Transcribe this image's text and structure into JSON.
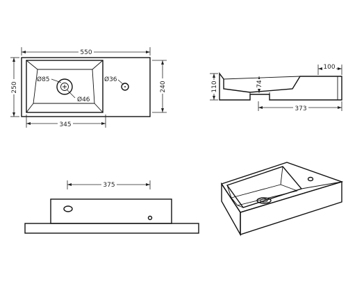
{
  "top_view": {
    "width_label": "550",
    "height_label": "250",
    "right_height_label": "240",
    "basin_width_label": "345",
    "drain_outer_label": "Ø85",
    "drain_inner_label": "Ø46",
    "tap_hole_label": "Ø36"
  },
  "side_section": {
    "height_label": "110",
    "depth_label": "74",
    "ledge_label": "100",
    "bottom_label": "373"
  },
  "front_view": {
    "width_label": "375"
  }
}
